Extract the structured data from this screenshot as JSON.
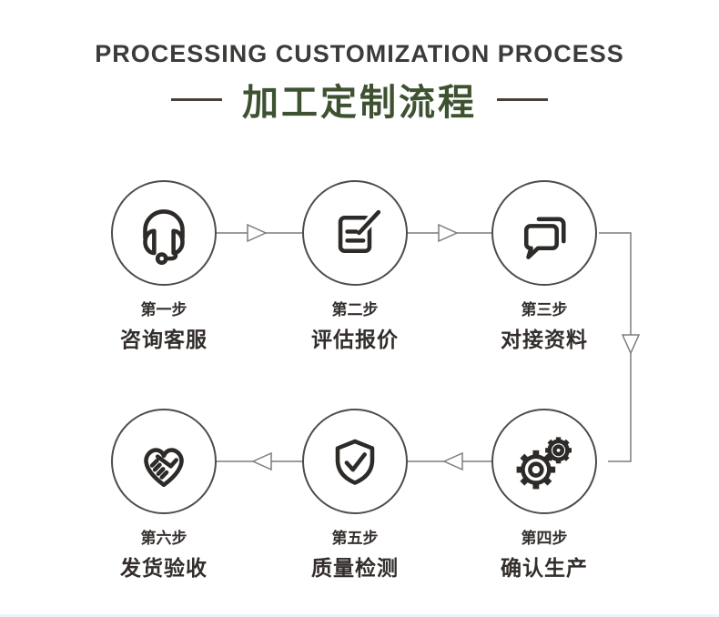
{
  "header": {
    "title_en": "PROCESSING CUSTOMIZATION PROCESS",
    "title_zh": "加工定制流程"
  },
  "steps": [
    {
      "step": "第一步",
      "label": "咨询客服",
      "icon": "headset-icon"
    },
    {
      "step": "第二步",
      "label": "评估报价",
      "icon": "quote-document-icon"
    },
    {
      "step": "第三步",
      "label": "对接资料",
      "icon": "chat-bubbles-icon"
    },
    {
      "step": "第四步",
      "label": "确认生产",
      "icon": "gears-icon"
    },
    {
      "step": "第五步",
      "label": "质量检测",
      "icon": "shield-check-icon"
    },
    {
      "step": "第六步",
      "label": "发货验收",
      "icon": "handshake-heart-icon"
    }
  ],
  "flow": {
    "direction_top_row": "left-to-right",
    "direction_bottom_row": "right-to-left"
  },
  "colors": {
    "title_text": "#3d3b3a",
    "title_accent_green": "#3e5231",
    "dash_brown": "#4c3f35",
    "step_text": "#332e2c",
    "circle_border": "#4d4c4b",
    "icon_stroke": "#2d2a28",
    "arrow_gray": "#7d7d7d",
    "background": "#ffffff"
  }
}
